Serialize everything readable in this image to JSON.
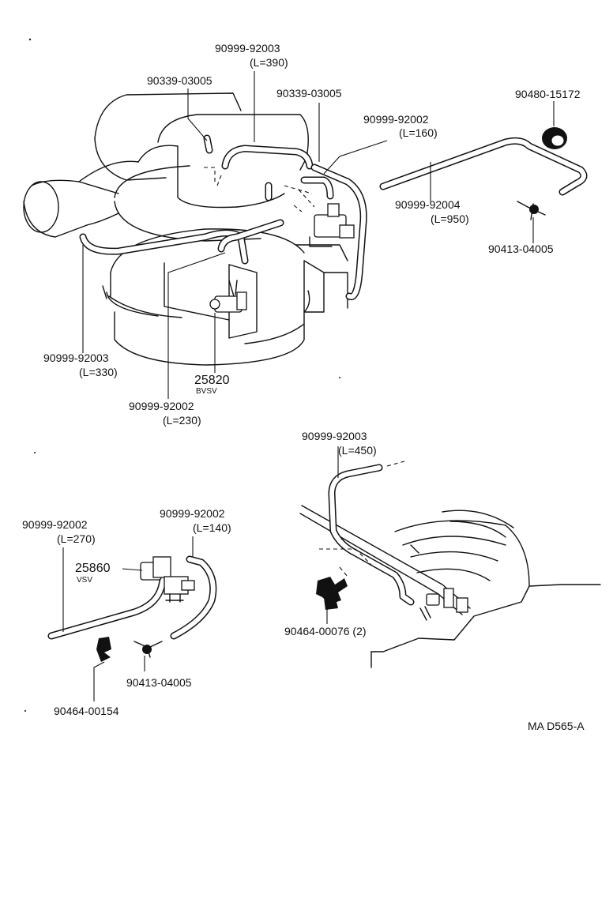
{
  "drawing_id": "MA D565-A",
  "callouts": {
    "hose_390_pn": "90999-92003",
    "hose_390_len": "(L=390)",
    "clip_a_pn": "90339-03005",
    "clip_b_pn": "90339-03005",
    "grommet_pn": "90480-15172",
    "hose_160_pn": "90999-92002",
    "hose_160_len": "(L=160)",
    "hose_950_pn": "90999-92004",
    "hose_950_len": "(L=950)",
    "tee_upper_pn": "90413-04005",
    "hose_330_pn": "90999-92003",
    "hose_330_len": "(L=330)",
    "bvsv_pn": "25820",
    "bvsv_label": "BVSV",
    "hose_230_pn": "90999-92002",
    "hose_230_len": "(L=230)",
    "hose_450_pn": "90999-92003",
    "hose_450_len": "(L=450)",
    "hose_270_pn": "90999-92002",
    "hose_270_len": "(L=270)",
    "hose_140_pn": "90999-92002",
    "hose_140_len": "(L=140)",
    "vsv_pn": "25860",
    "vsv_label": "VSV",
    "clamp_pair_pn": "90464-00076 (2)",
    "tee_lower_pn": "90413-04005",
    "clamp_lower_pn": "90464-00154"
  }
}
